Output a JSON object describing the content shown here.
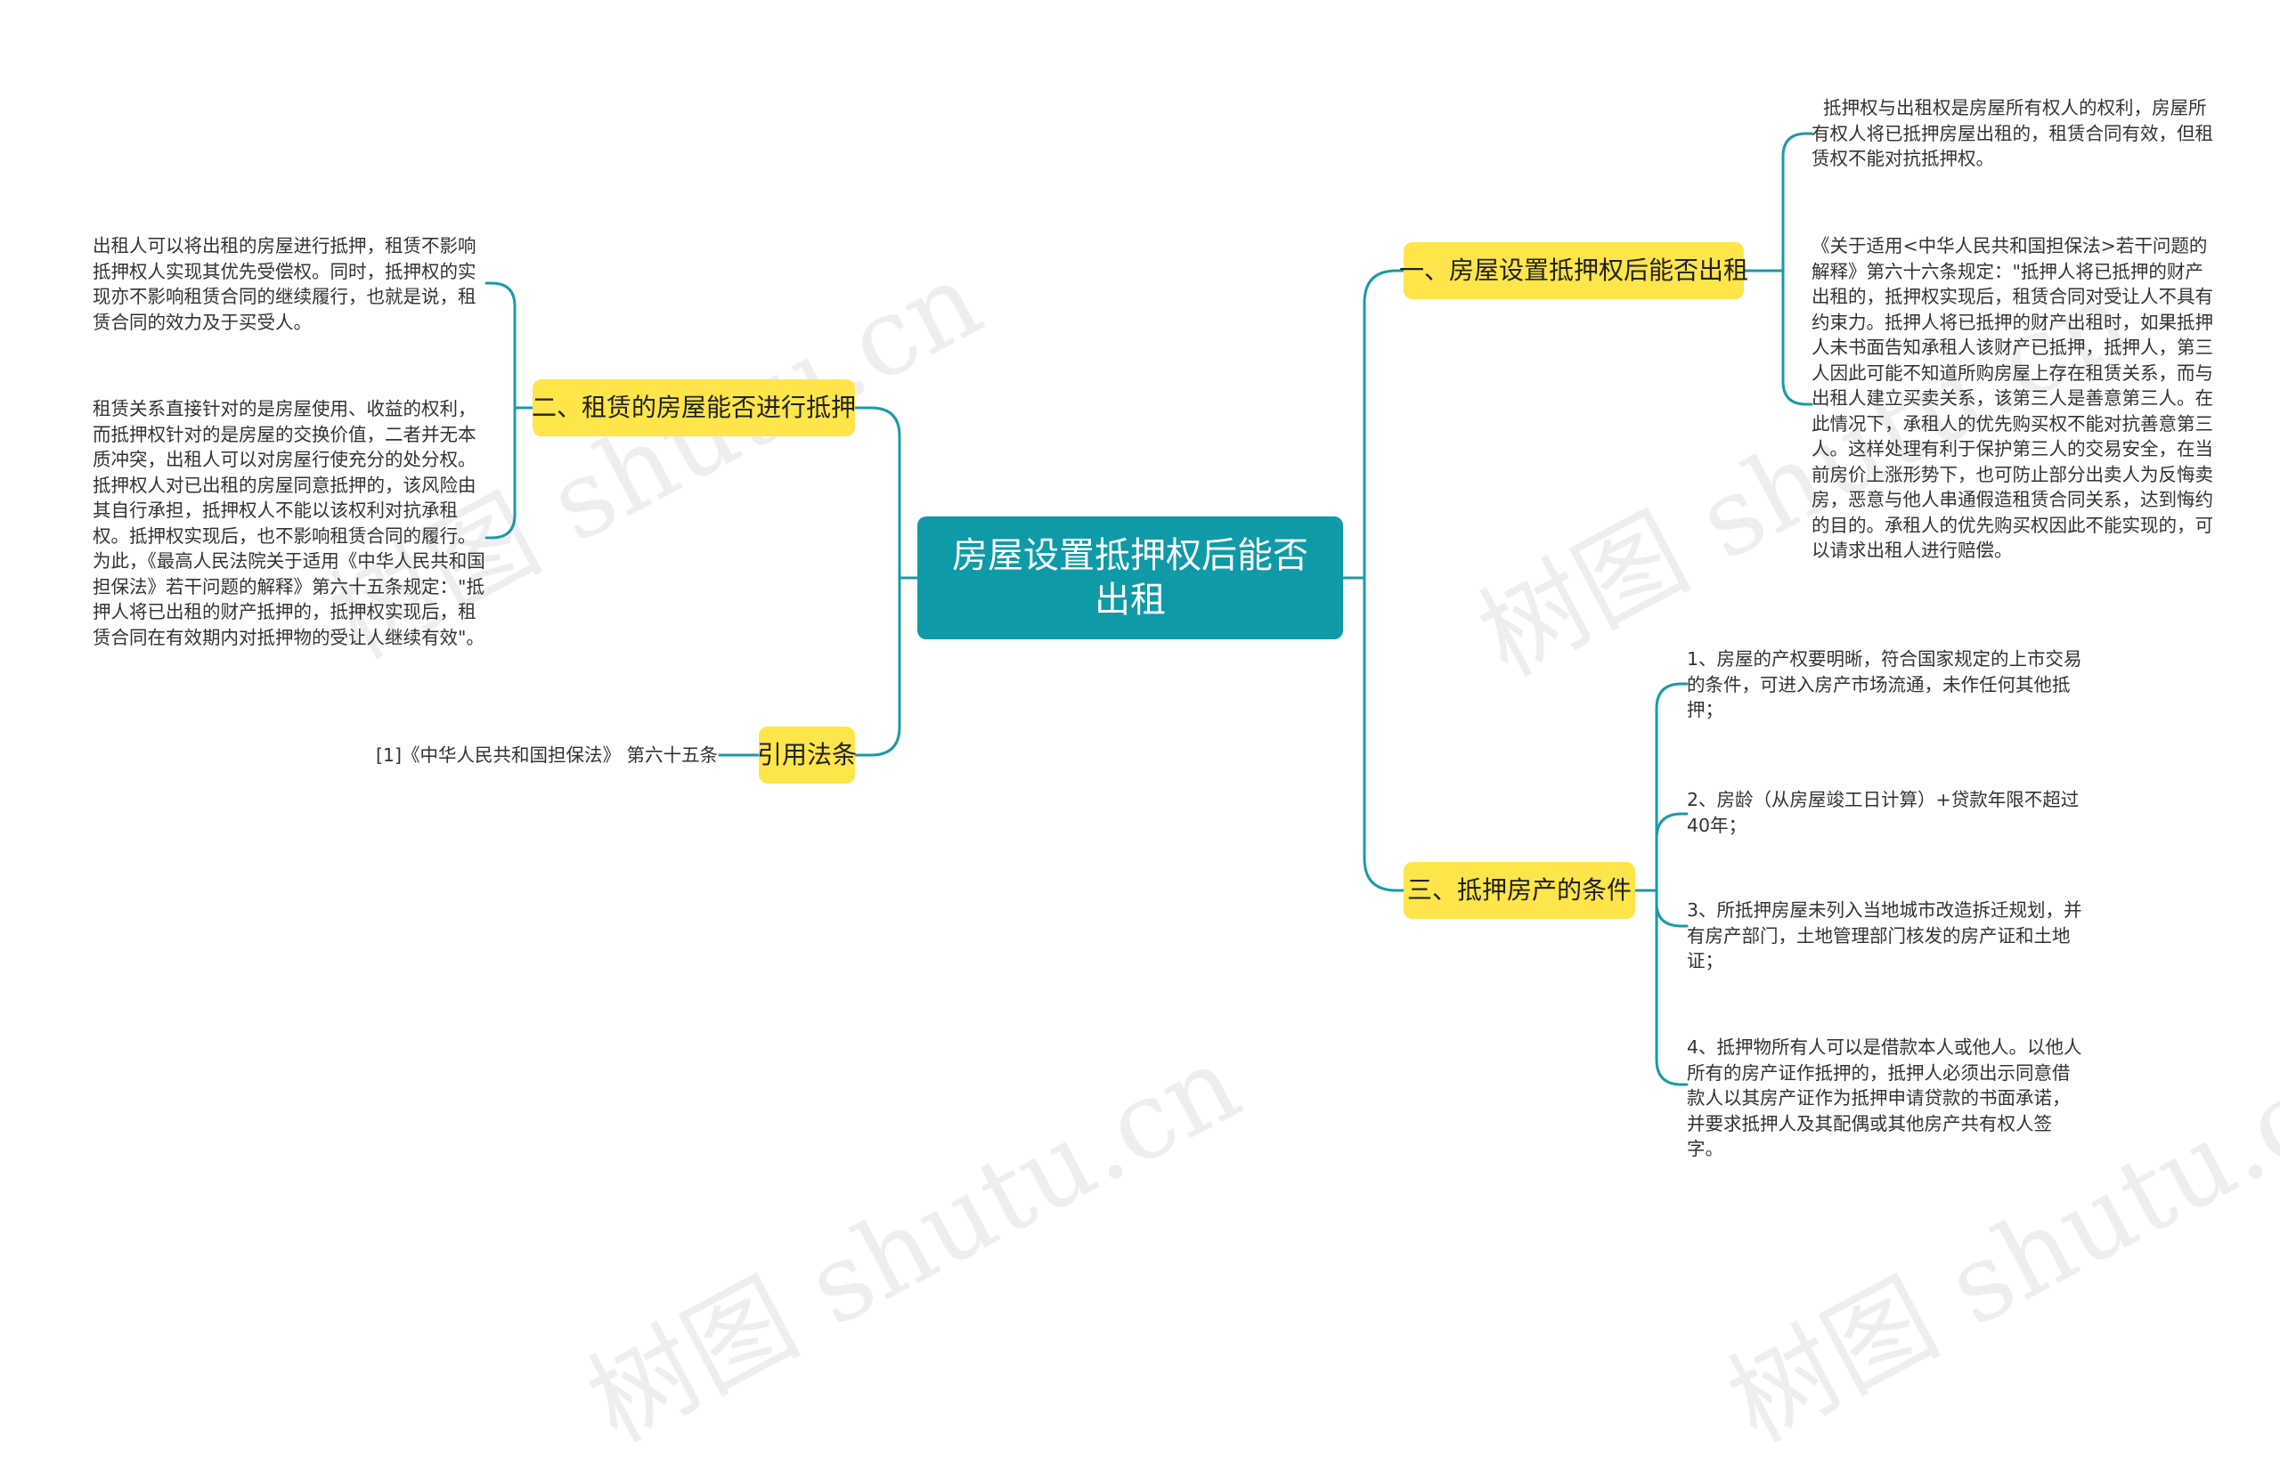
{
  "root": {
    "title": "房屋设置抵押权后能否出租"
  },
  "watermark": "树图 shutu.cn",
  "branches": {
    "b1": {
      "label": "一、房屋设置抵押权后能否出租",
      "leaves": [
        "  抵押权与出租权是房屋所有权人的权利，房屋所有权人将已抵押房屋出租的，租赁合同有效，但租赁权不能对抗抵押权。",
        "《关于适用<中华人民共和国担保法>若干问题的解释》第六十六条规定：\"抵押人将已抵押的财产出租的，抵押权实现后，租赁合同对受让人不具有约束力。抵押人将已抵押的财产出租时，如果抵押人未书面告知承租人该财产已抵押，抵押人，第三人因此可能不知道所购房屋上存在租赁关系，而与出租人建立买卖关系，该第三人是善意第三人。在此情况下，承租人的优先购买权不能对抗善意第三人。这样处理有利于保护第三人的交易安全，在当前房价上涨形势下，也可防止部分出卖人为反悔卖房，恶意与他人串通假造租赁合同关系，达到悔约的目的。承租人的优先购买权因此不能实现的，可以请求出租人进行赔偿。"
      ]
    },
    "b2": {
      "label": "二、租赁的房屋能否进行抵押",
      "leaves": [
        "出租人可以将出租的房屋进行抵押，租赁不影响抵押权人实现其优先受偿权。同时，抵押权的实现亦不影响租赁合同的继续履行，也就是说，租赁合同的效力及于买受人。",
        "租赁关系直接针对的是房屋使用、收益的权利，而抵押权针对的是房屋的交换价值，二者并无本质冲突，出租人可以对房屋行使充分的处分权。抵押权人对已出租的房屋同意抵押的，该风险由其自行承担，抵押权人不能以该权利对抗承租权。抵押权实现后，也不影响租赁合同的履行。为此，《最高人民法院关于适用《中华人民共和国担保法》若干问题的解释》第六十五条规定：\"抵押人将已出租的财产抵押的，抵押权实现后，租赁合同在有效期内对抵押物的受让人继续有效\"。"
      ]
    },
    "b3": {
      "label": "三、抵押房产的条件",
      "leaves": [
        "1、房屋的产权要明晰，符合国家规定的上市交易的条件，可进入房产市场流通，未作任何其他抵押；",
        "2、房龄（从房屋竣工日计算）+贷款年限不超过40年；",
        "3、所抵押房屋未列入当地城市改造拆迁规划，并有房产部门，土地管理部门核发的房产证和土地证；",
        "4、抵押物所有人可以是借款本人或他人。以他人所有的房产证作抵押的，抵押人必须出示同意借款人以其房产证作为抵押申请贷款的书面承诺，并要求抵押人及其配偶或其他房产共有权人签字。"
      ]
    },
    "b4": {
      "label": "引用法条",
      "leaves": [
        "[1]《中华人民共和国担保法》 第六十五条"
      ]
    }
  },
  "colors": {
    "root": "#0f9aa8",
    "topic": "#fde54a",
    "line": "#1a9aa6"
  }
}
